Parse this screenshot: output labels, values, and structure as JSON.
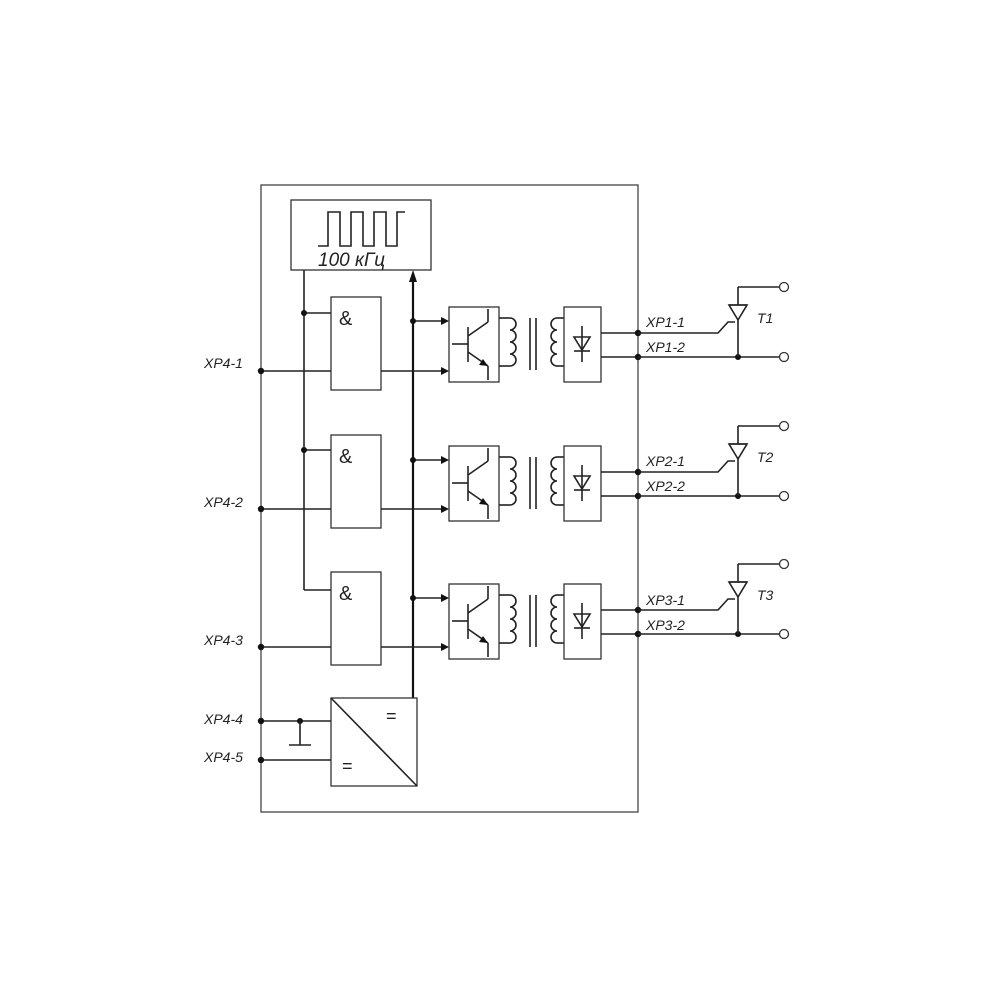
{
  "oscillator": {
    "label": "100 кГц"
  },
  "and_gate_symbol": "&",
  "converter": {
    "symbol_out": "=",
    "symbol_in": "="
  },
  "inputs": [
    {
      "label": "XP4-1"
    },
    {
      "label": "XP4-2"
    },
    {
      "label": "XP4-3"
    },
    {
      "label": "XP4-4"
    },
    {
      "label": "XP4-5"
    }
  ],
  "channels": [
    {
      "out1": "XP1-1",
      "out2": "XP1-2",
      "thyristor": "T1"
    },
    {
      "out1": "XP2-1",
      "out2": "XP2-2",
      "thyristor": "T2"
    },
    {
      "out1": "XP3-1",
      "out2": "XP3-2",
      "thyristor": "T3"
    }
  ],
  "colors": {
    "line": "#222222",
    "background": "#ffffff"
  }
}
